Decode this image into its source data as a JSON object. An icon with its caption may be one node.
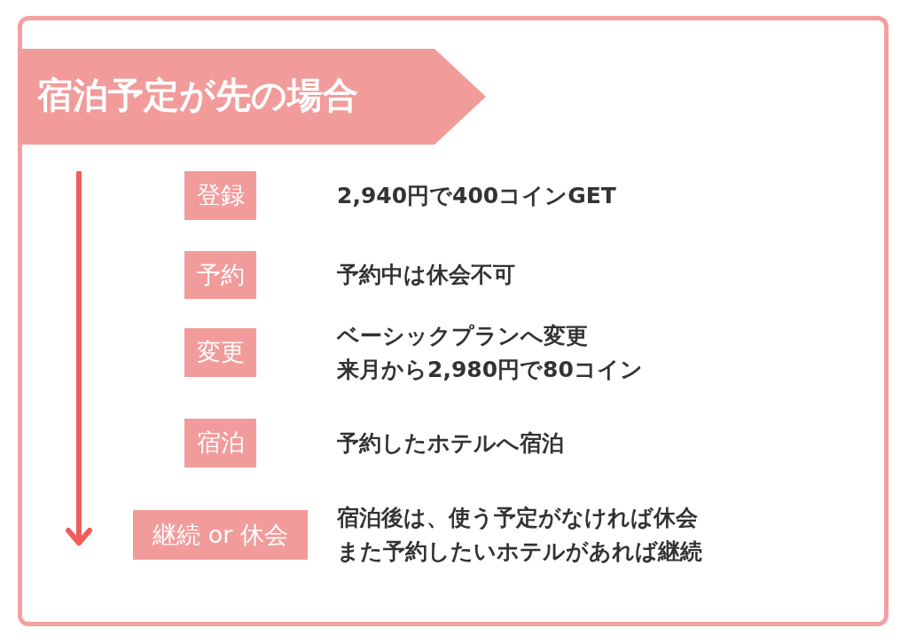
{
  "diagram": {
    "title": "宿泊予定が先の場合",
    "nodes": [
      {
        "text": [
          "登録"
        ],
        "beside": [
          "2,940円で400コインGET"
        ]
      },
      {
        "text": [
          "予約"
        ],
        "beside": [
          "予約中は休会不可"
        ]
      },
      {
        "text": [
          "変更"
        ],
        "beside": [
          "ベーシックプランへ変更",
          "来月から2,980円で80コイン"
        ]
      },
      {
        "text": [
          "宿泊"
        ],
        "beside": [
          "予約したホテルへ宿泊"
        ]
      },
      {
        "text": [
          "継続 or 休会"
        ],
        "beside": [
          "宿泊後は、使う予定がなければ休会",
          "また予約したいホテルがあれば継続"
        ]
      }
    ]
  }
}
